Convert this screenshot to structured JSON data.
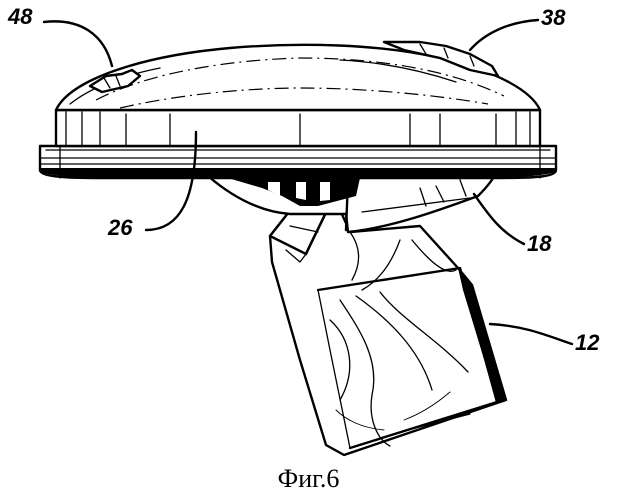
{
  "figure": {
    "caption": "Фиг.6",
    "reference_numerals": {
      "n48": "48",
      "n38": "38",
      "n26": "26",
      "n18": "18",
      "n12": "12"
    }
  }
}
